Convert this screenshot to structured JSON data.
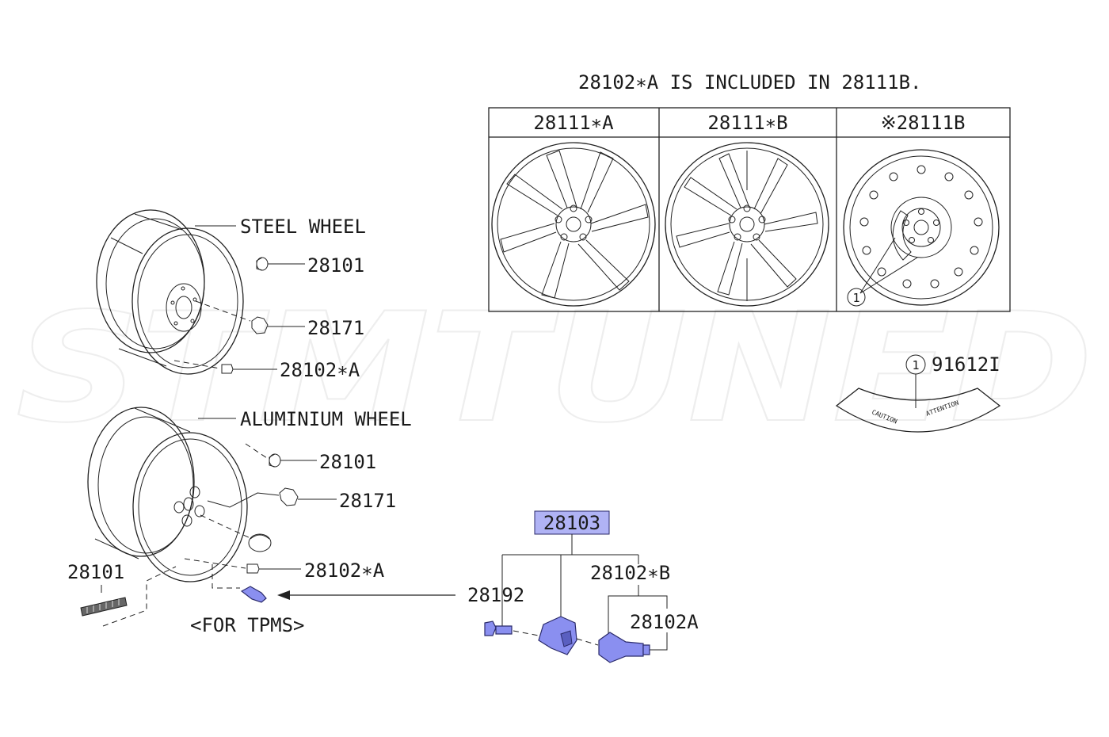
{
  "header_note": "28102∗A IS INCLUDED IN 28111B.",
  "watermark": "STMTUNED",
  "table": {
    "col1": "28111∗A",
    "col2": "28111∗B",
    "col3": "※28111B"
  },
  "circle_marker": "1",
  "steel": {
    "title": "STEEL WHEEL",
    "cap": "28101",
    "nut": "28171",
    "valve": "28102∗A"
  },
  "alu": {
    "title": "ALUMINIUM WHEEL",
    "cap": "28101",
    "nut": "28171",
    "valve": "28102∗A",
    "weight": "28101",
    "tpms_note": "<FOR TPMS>"
  },
  "label_part": {
    "number": "91612I",
    "caution": "CAUTION",
    "attention": "ATTENTION"
  },
  "tpms": {
    "assembly": "28103",
    "screw": "28192",
    "valve_b": "28102∗B",
    "valve_a": "28102A"
  },
  "colors": {
    "highlight": "#b0b3f5",
    "part_fill": "#8a8ff0"
  }
}
